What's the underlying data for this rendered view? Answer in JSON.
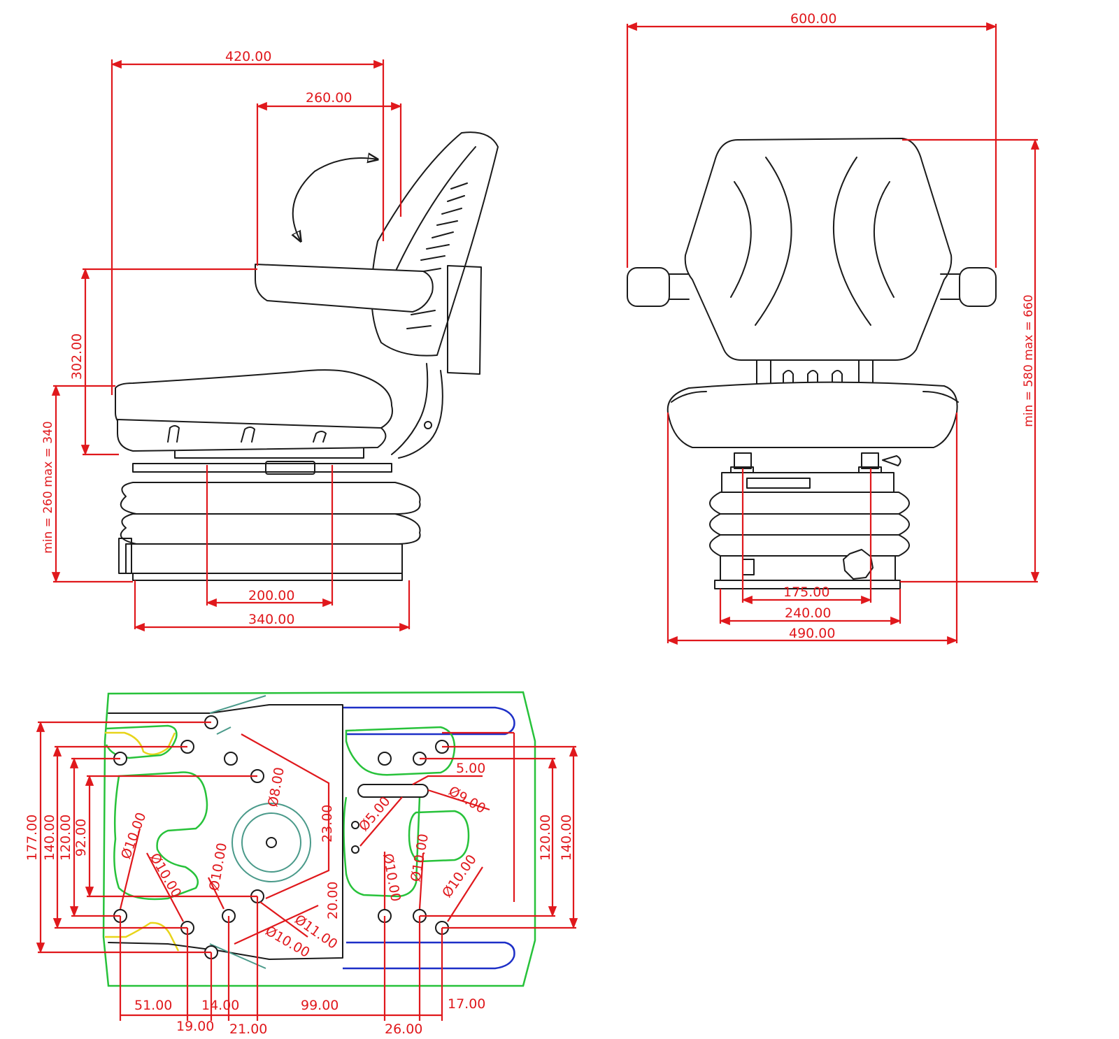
{
  "side_view": {
    "dims": {
      "overall_depth": "420.00",
      "backrest_travel": "260.00",
      "armrest_height": "302.00",
      "seat_height": "min = 260 max = 340",
      "rail_spacing": "200.00",
      "base_depth": "340.00"
    }
  },
  "front_view": {
    "dims": {
      "overall_width": "600.00",
      "overall_height": "min = 580 max = 660",
      "mount_spacing": "175.00",
      "base_width": "240.00",
      "seat_width": "490.00"
    }
  },
  "mount_plate": {
    "dims_left": [
      "177.00",
      "140.00",
      "120.00",
      "92.00"
    ],
    "dims_right": [
      "120.00",
      "140.00"
    ],
    "dims_bottom_top": [
      "51.00",
      "14.00",
      "99.00",
      "17.00"
    ],
    "dims_bottom_low": [
      "19.00",
      "21.00",
      "26.00"
    ],
    "hole_labels": {
      "d_left_a": "Ø10.00",
      "d_left_b": "Ø10.00",
      "d_center_a": "Ø10.00",
      "d_center_top": "Ø8.00",
      "d_11": "Ø11.00",
      "d_10_low": "Ø10.00",
      "d_5": "Ø5.00",
      "d_10_mid": "Ø10.00",
      "d_10_right": "Ø10.00",
      "d_10_far": "Ø10.00",
      "d_9": "Ø9.00",
      "slot": "5.00",
      "v23": "23.00",
      "v20": "20.00"
    }
  }
}
